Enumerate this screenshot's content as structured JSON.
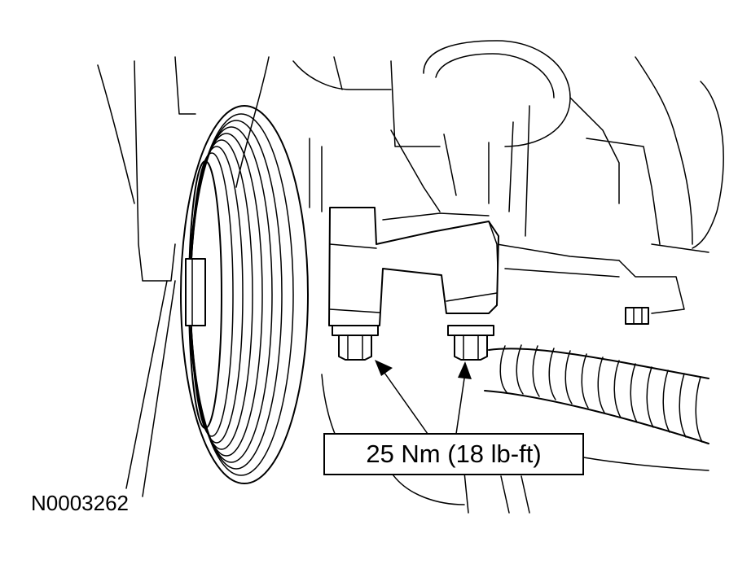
{
  "figure_id": "N0003262",
  "callout": {
    "torque_label": "25 Nm (18 lb-ft)"
  },
  "colors": {
    "line": "#000000",
    "background": "#ffffff"
  },
  "icons": [
    "pulley-drawing",
    "bracket-drawing",
    "bolt-drawing",
    "hose-drawing",
    "leader-arrow"
  ]
}
